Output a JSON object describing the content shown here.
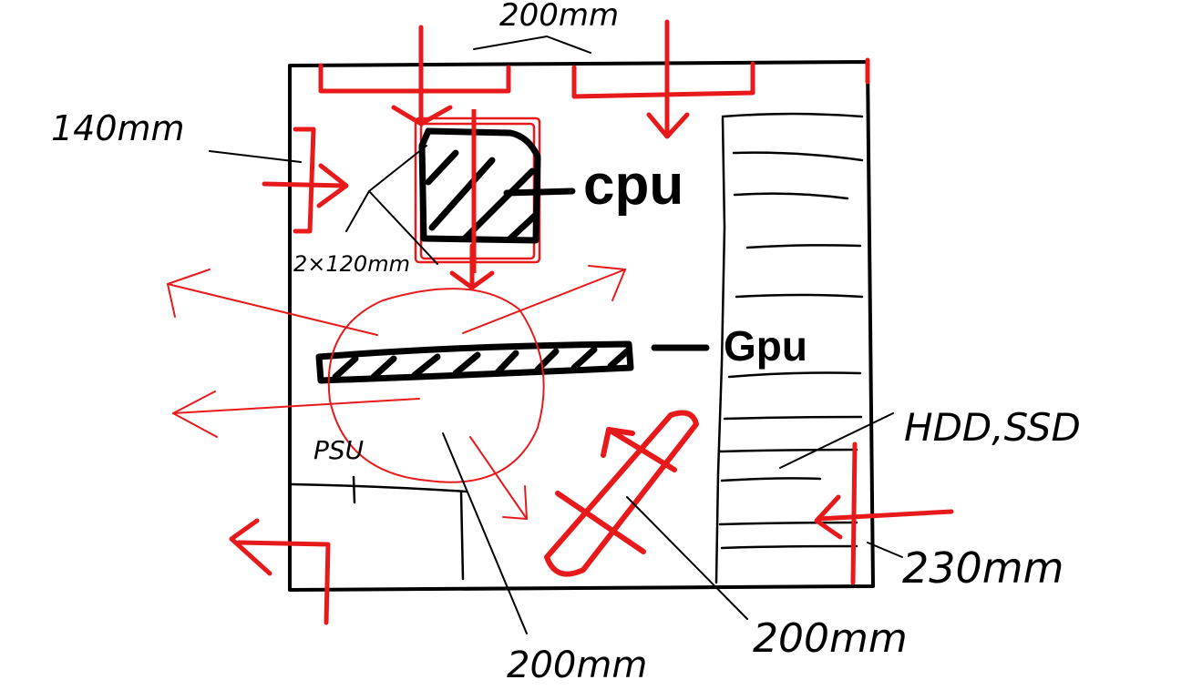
{
  "colors": {
    "ink": "#000000",
    "airflow": "#e8191b",
    "background": "#ffffff"
  },
  "labels": {
    "top_fans": "200mm",
    "front_fan": "140mm",
    "cpu_cooler_fans": "2×120mm",
    "cpu": "cpu",
    "gpu": "Gpu",
    "psu": "PSU",
    "storage": "HDD,SSD",
    "side_fan": "200mm",
    "bottom_fan": "200mm",
    "rear_fan": "230mm"
  }
}
